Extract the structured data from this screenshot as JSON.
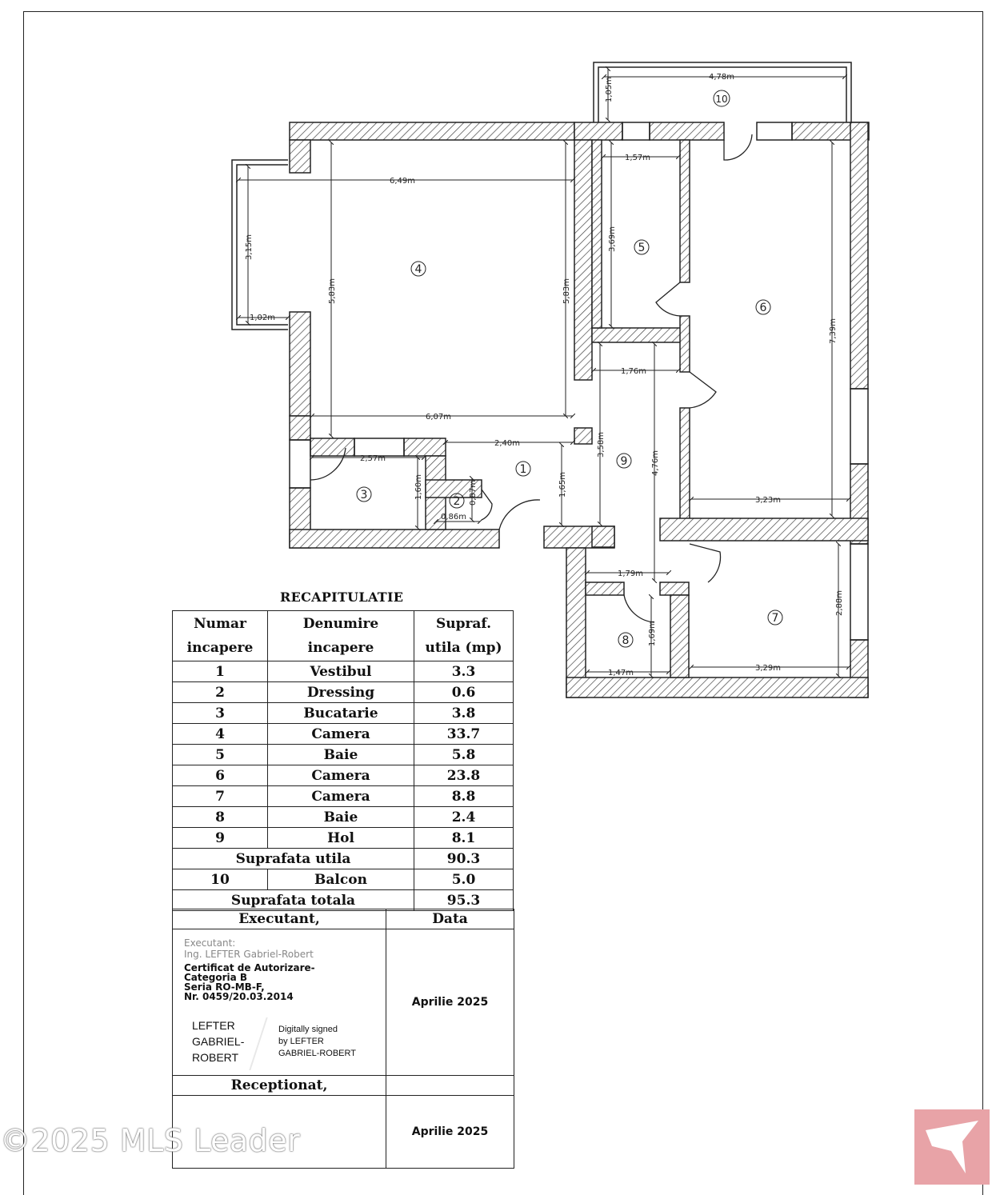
{
  "plan": {
    "rooms": [
      {
        "no": "1"
      },
      {
        "no": "2"
      },
      {
        "no": "3"
      },
      {
        "no": "4"
      },
      {
        "no": "5"
      },
      {
        "no": "6"
      },
      {
        "no": "7"
      },
      {
        "no": "8"
      },
      {
        "no": "9"
      },
      {
        "no": "10"
      }
    ],
    "dimensions": [
      "4,78m",
      "1,05m",
      "6,49m",
      "3,15m",
      "1,02m",
      "5,83m",
      "5,83m",
      "6,07m",
      "1,57m",
      "3,69m",
      "7,39m",
      "1,76m",
      "3,58m",
      "4,76m",
      "3,23m",
      "2,40m",
      "2,57m",
      "1,60m",
      "0,87m",
      "0,86m",
      "1,65m",
      "1,79m",
      "2,88m",
      "1,69m",
      "1,47m",
      "3,29m"
    ]
  },
  "recap": {
    "title": "RECAPITULATIE",
    "headers": {
      "col1_l1": "Numar",
      "col1_l2": "incapere",
      "col2_l1": "Denumire",
      "col2_l2": "incapere",
      "col3_l1": "Supraf.",
      "col3_l2": "utila (mp)"
    },
    "rows": [
      {
        "no": "1",
        "name": "Vestibul",
        "area": "3.3"
      },
      {
        "no": "2",
        "name": "Dressing",
        "area": "0.6"
      },
      {
        "no": "3",
        "name": "Bucatarie",
        "area": "3.8"
      },
      {
        "no": "4",
        "name": "Camera",
        "area": "33.7"
      },
      {
        "no": "5",
        "name": "Baie",
        "area": "5.8"
      },
      {
        "no": "6",
        "name": "Camera",
        "area": "23.8"
      },
      {
        "no": "7",
        "name": "Camera",
        "area": "8.8"
      },
      {
        "no": "8",
        "name": "Baie",
        "area": "2.4"
      },
      {
        "no": "9",
        "name": "Hol",
        "area": "8.1"
      }
    ],
    "useful_label": "Suprafata utila",
    "useful_value": "90.3",
    "balcony": {
      "no": "10",
      "name": "Balcon",
      "area": "5.0"
    },
    "total_label": "Suprafata totala",
    "total_value": "95.3"
  },
  "signature": {
    "executant_header": "Executant,",
    "data_header": "Data",
    "exec_label": "Executant:",
    "exec_name": "Ing. LEFTER Gabriel-Robert",
    "cert_l1": "Certificat de Autorizare-",
    "cert_l2": "Categoria B",
    "cert_l3": "Seria RO-MB-F,",
    "cert_l4": "Nr. 0459/20.03.2014",
    "sign_l1": "LEFTER",
    "sign_l2": "GABRIEL-",
    "sign_l3": "ROBERT",
    "signed_l1": "Digitally signed",
    "signed_l2": "by LEFTER",
    "signed_l3": "GABRIEL-ROBERT",
    "date1": "Aprilie 2025",
    "receptionat_header": "Receptionat,",
    "date2": "Aprilie 2025"
  },
  "watermark": "©2025 MLS Leader",
  "colors": {
    "wall": "#222222",
    "hatch": "#555555",
    "logo": "#e8a3a7"
  }
}
